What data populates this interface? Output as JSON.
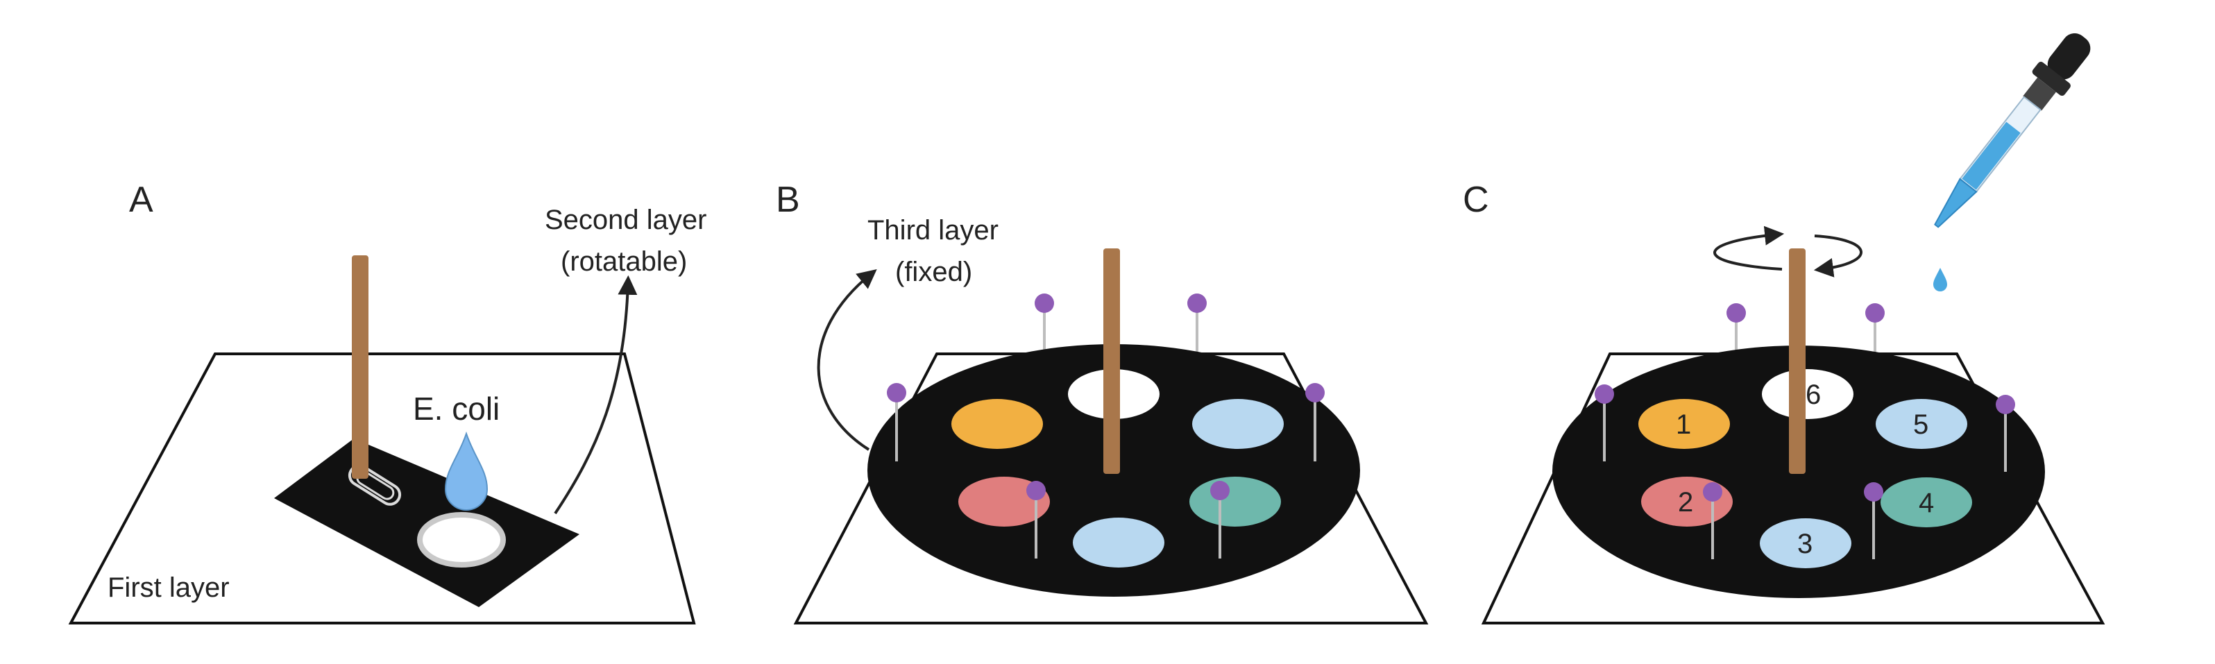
{
  "panels": [
    {
      "letter": "A",
      "labels": {
        "second_layer": "Second layer",
        "rotatable": "(rotatable)",
        "ecoli": "E. coli",
        "first_layer": "First layer"
      }
    },
    {
      "letter": "B",
      "labels": {
        "third_layer": "Third layer",
        "fixed": "(fixed)"
      }
    },
    {
      "letter": "C",
      "wells": [
        "1",
        "2",
        "3",
        "4",
        "5",
        "6"
      ]
    }
  ],
  "colors": {
    "rod": "#a9774b",
    "pin_head": "#8e5bb5",
    "dark": "#111111",
    "orange": "#f2b042",
    "red": "#e07e7e",
    "light_blue": "#b8d8f0",
    "teal": "#6eb8ac",
    "drop_blue": "#7fb8ee",
    "pipette_liquid": "#4aa8e0"
  },
  "icons": [
    "pipette-icon",
    "droplet-icon",
    "rotation-arrow-icon",
    "paper-clip-icon"
  ]
}
